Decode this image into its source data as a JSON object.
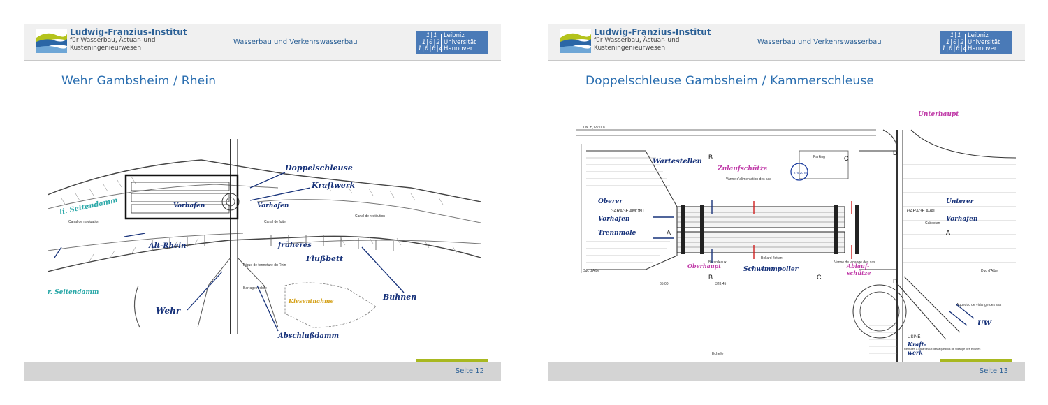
{
  "header": {
    "institute_name": "Ludwig-Franzius-Institut",
    "institute_sub1": "für Wasserbau, Ästuar- und",
    "institute_sub2": "Küsteningenieurwesen",
    "department": "Wasserbau und Verkehrswasserbau",
    "luh_nums": [
      "1|1",
      "1|0|2",
      "1|0|0|4"
    ],
    "luh_name": [
      "Leibniz",
      "Universität",
      "Hannover"
    ]
  },
  "colors": {
    "accent_green": "#a8b820",
    "title_blue": "#2a6eb0",
    "luh_blue": "#4a7ab7"
  },
  "slides": {
    "left": {
      "title": "Wehr Gambsheim / Rhein",
      "page": "Seite 12",
      "annotations": {
        "doppelschleuse": "Doppelschleuse",
        "kraftwerk": "Kraftwerk",
        "seitendamm_left": "li. Seitendamm",
        "seitendamm_right": "r. Seitendamm",
        "vorhafen_1": "Vorhafen",
        "vorhafen_2": "Vorhafen",
        "altrhein": "Alt-Rhein",
        "flussbett": "Flußbett",
        "frueheres": "früheres",
        "buhnen": "Buhnen",
        "wehr": "Wehr",
        "abschlussdamm": "Abschlußdamm",
        "kiesentnahme": "Kiesentnahme"
      },
      "printed": {
        "canal_navigation": "Canal de navigation",
        "canal_fuite": "Canal de fuite",
        "canal_restitution": "Canal de restitution",
        "barrage_mobile": "Barrage mobile",
        "digue": "Digue de fermeture du Rhin"
      }
    },
    "right": {
      "title": "Doppelschleuse Gambsheim / Kammerschleuse",
      "page": "Seite 13",
      "annotations": {
        "unterhaupt": "Unterhaupt",
        "wartestellen": "Wartestellen",
        "zulaufschuetze": "Zulaufschütze",
        "oberer_vorhafen": "Oberer",
        "vorhafen_left": "Vorhafen",
        "trennmole": "Trennmole",
        "oberhaupt": "Oberhaupt",
        "schwimmpoller": "Schwimmpoller",
        "ablaufschuetze_1": "Ablauf-",
        "ablaufschuetze_2": "schütze",
        "unterer": "Unterer",
        "vorhafen_right": "Vorhafen",
        "uw": "UW",
        "kraftwerk_1": "Kraft-",
        "kraftwerk_2": "werk"
      },
      "printed": {
        "parking": "Parking",
        "garage_amont": "GARAGE AMONT",
        "garage_aval": "GARAGE AVAL",
        "duc_albe_left": "Duc d'Albe",
        "duc_albe_right": "Duc d'Albe",
        "bollard": "Bollard flottant",
        "batardeaux": "Batardeaux",
        "vanne_alim": "Vanne d'alimentation des sas",
        "vanne_vidange": "Vanne de vidange des sas",
        "aqueduc": "Aqueduc de vidange des sas",
        "reinures": "Reinures à batardeaux des aqueducs de vidange des écluses",
        "usine": "USINE",
        "echelle": "Echelle",
        "longueur": "279,20 m",
        "cote_len1": "65,00",
        "cote_len2": "328,45",
        "tn": "T.N. ±(127,00)",
        "cabestan": "Cabestan",
        "label_a_left": "A",
        "label_a_right": "A",
        "label_b_top": "B",
        "label_b_bot": "B",
        "label_c_top": "C",
        "label_c_bot": "C",
        "label_d_top": "D",
        "label_d_bot": "D"
      }
    }
  }
}
